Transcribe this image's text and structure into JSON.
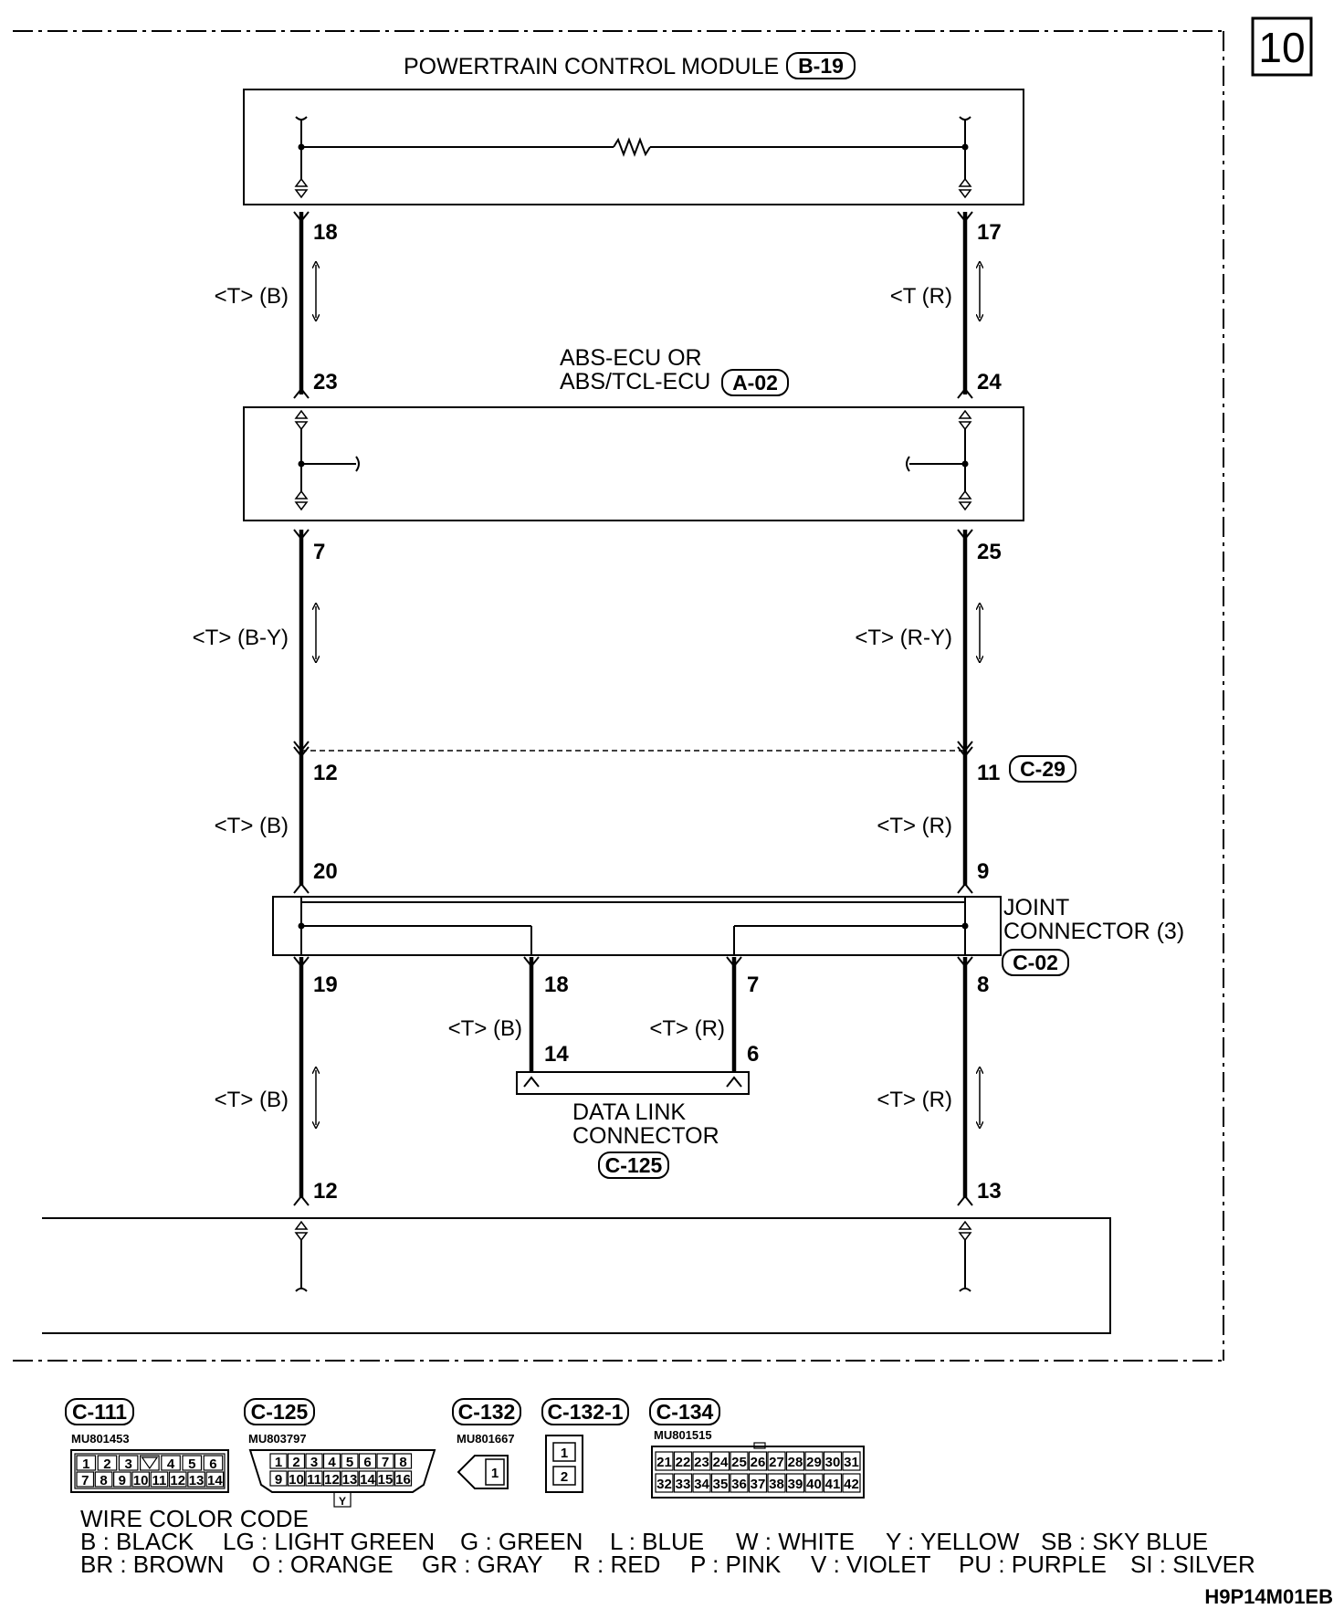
{
  "page_number": "10",
  "figure_code": "H9P14M01EB",
  "pcm": {
    "title": "POWERTRAIN CONTROL MODULE",
    "connector": "B-19"
  },
  "abs": {
    "title_line1": "ABS-ECU OR",
    "title_line2": "ABS/TCL-ECU",
    "connector": "A-02"
  },
  "c29": {
    "connector": "C-29"
  },
  "joint": {
    "title_line1": "JOINT",
    "title_line2": "CONNECTOR (3)",
    "connector": "C-02"
  },
  "dlc": {
    "title_line1": "DATA LINK",
    "title_line2": "CONNECTOR",
    "connector": "C-125"
  },
  "pins": {
    "p18": "18",
    "p17": "17",
    "p23": "23",
    "p24": "24",
    "p7": "7",
    "p25": "25",
    "p12a": "12",
    "p11": "11",
    "p20": "20",
    "p9": "9",
    "p19": "19",
    "p18b": "18",
    "p7b": "7",
    "p8": "8",
    "p14": "14",
    "p6": "6",
    "p12b": "12",
    "p13": "13"
  },
  "wires": {
    "w1": "<T> (B)",
    "w2": "<T (R)",
    "w3": "<T> (B-Y)",
    "w4": "<T> (R-Y)",
    "w5": "<T> (B)",
    "w6": "<T> (R)",
    "w7": "<T> (B)",
    "w8": "<T> (R)",
    "w9": "<T> (B)",
    "w10": "<T> (R)"
  },
  "connectors": {
    "c111": {
      "label": "C-111",
      "part": "MU801453",
      "row1": [
        "1",
        "2",
        "3",
        "",
        "4",
        "5",
        "6"
      ],
      "row2": [
        "7",
        "8",
        "9",
        "10",
        "11",
        "12",
        "13",
        "14"
      ]
    },
    "c125": {
      "label": "C-125",
      "part": "MU803797",
      "row1": [
        "1",
        "2",
        "3",
        "4",
        "5",
        "6",
        "7",
        "8"
      ],
      "row2": [
        "9",
        "10",
        "11",
        "12",
        "13",
        "14",
        "15",
        "16"
      ],
      "key": "Y"
    },
    "c132": {
      "label": "C-132",
      "part": "MU801667",
      "cell": "1"
    },
    "c1321": {
      "label": "C-132-1",
      "cells": [
        "1",
        "2"
      ]
    },
    "c134": {
      "label": "C-134",
      "part": "MU801515",
      "row1": [
        "21",
        "22",
        "23",
        "24",
        "25",
        "26",
        "27",
        "28",
        "29",
        "30",
        "31"
      ],
      "row2": [
        "32",
        "33",
        "34",
        "35",
        "36",
        "37",
        "38",
        "39",
        "40",
        "41",
        "42"
      ]
    }
  },
  "legend": {
    "title": "WIRE COLOR CODE",
    "row1": [
      "B : BLACK",
      "LG : LIGHT GREEN",
      "G : GREEN",
      "L : BLUE",
      "W : WHITE",
      "Y : YELLOW",
      "SB : SKY BLUE"
    ],
    "row2": [
      "BR : BROWN",
      "O : ORANGE",
      "GR : GRAY",
      "R : RED",
      "P : PINK",
      "V : VIOLET",
      "PU : PURPLE",
      "SI : SILVER"
    ]
  }
}
